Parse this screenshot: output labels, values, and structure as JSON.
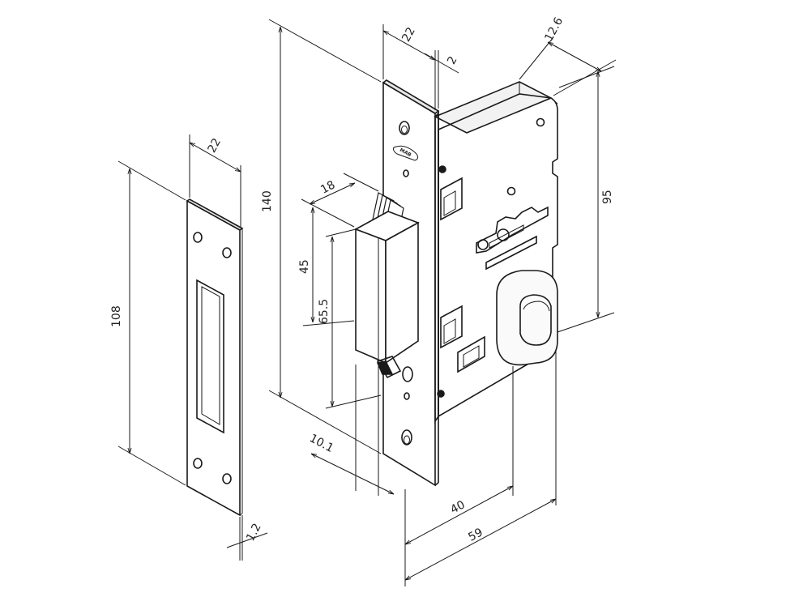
{
  "drawing": {
    "colors": {
      "line": "#1a1a1a",
      "paper": "#ffffff",
      "shade": "#d9d9d9"
    },
    "logo_text": "MAB",
    "strike_plate": {
      "width_label": "22",
      "height_label": "108",
      "thickness_label": "1.2"
    },
    "lock_body": {
      "faceplate_height_label": "140",
      "faceplate_width_label": "22",
      "faceplate_step_label": "2",
      "case_offset_label": "12.6",
      "case_height_label": "95",
      "latch_width_label": "18",
      "latch_upper_label": "45",
      "latch_lower_label": "65.5",
      "latch_depth_label": "10.1",
      "backset_label": "40",
      "case_depth_label": "59"
    }
  }
}
